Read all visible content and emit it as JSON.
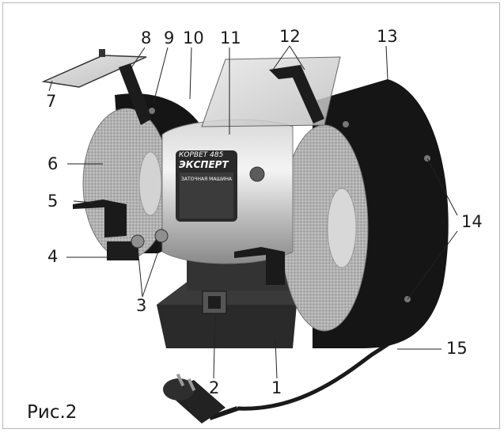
{
  "figure": {
    "caption": "Рис.2",
    "brand_line1": "КОРВЕТ 485",
    "brand_line2": "ЭКСПЕРТ",
    "plate_title": "ЗАТОЧНАЯ МАШИНА"
  },
  "callouts": [
    {
      "id": "1",
      "text": "1"
    },
    {
      "id": "2",
      "text": "2"
    },
    {
      "id": "3",
      "text": "3"
    },
    {
      "id": "4",
      "text": "4"
    },
    {
      "id": "5",
      "text": "5"
    },
    {
      "id": "6",
      "text": "6"
    },
    {
      "id": "7",
      "text": "7"
    },
    {
      "id": "8",
      "text": "8"
    },
    {
      "id": "9",
      "text": "9"
    },
    {
      "id": "10",
      "text": "10"
    },
    {
      "id": "11",
      "text": "11"
    },
    {
      "id": "12",
      "text": "12"
    },
    {
      "id": "13",
      "text": "13"
    },
    {
      "id": "14",
      "text": "14"
    },
    {
      "id": "15",
      "text": "15"
    }
  ]
}
